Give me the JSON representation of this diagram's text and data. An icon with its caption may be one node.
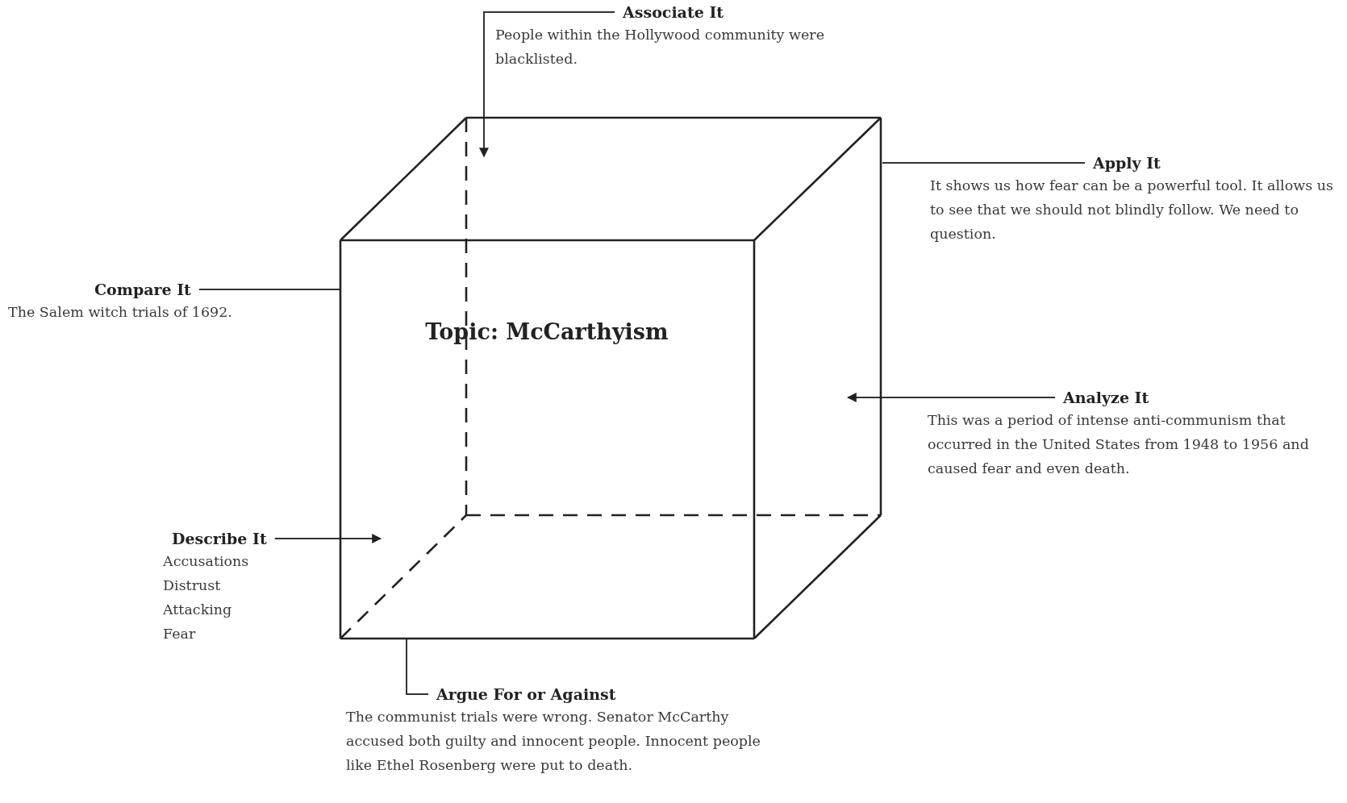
{
  "diagram": {
    "nodes": [
      {
        "text": [
          "Topic: McCarthyism"
        ]
      },
      {
        "text": [
          "Associate It",
          "People within the Hollywood community were blacklisted."
        ]
      },
      {
        "text": [
          "Apply It",
          "It shows us how fear can be a powerful tool. It allows us to see that we should not blindly follow. We need to question."
        ]
      },
      {
        "text": [
          "Compare It",
          "The Salem witch trials of 1692."
        ]
      },
      {
        "text": [
          "Analyze It",
          "This was a period of intense anti-communism that occurred in the United States from 1948 to 1956 and caused fear and even death."
        ]
      },
      {
        "text": [
          "Describe It",
          "Accusations",
          "Distrust",
          "Attacking",
          "Fear"
        ]
      },
      {
        "text": [
          "Argue For or Against",
          "The communist trials were wrong. Senator McCarthy accused both guilty and innocent people. Innocent people like Ethel Rosenberg were put to death."
        ]
      }
    ],
    "edges": [
      {
        "from": 1,
        "to": 0,
        "arrow": "to"
      },
      {
        "from": 2,
        "to": 0,
        "arrow": "none"
      },
      {
        "from": 3,
        "to": 0,
        "arrow": "none"
      },
      {
        "from": 4,
        "to": 0,
        "arrow": "to"
      },
      {
        "from": 5,
        "to": 0,
        "arrow": "to"
      },
      {
        "from": 6,
        "to": 0,
        "arrow": "none"
      }
    ]
  }
}
